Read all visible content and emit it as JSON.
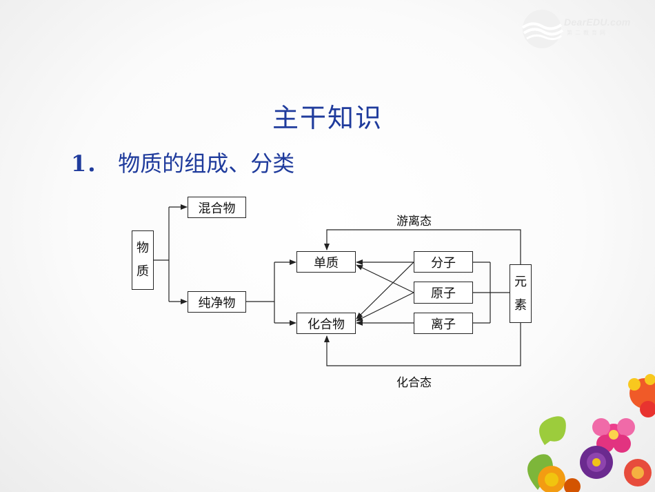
{
  "watermark": {
    "text": "DearEDU.com",
    "subtext": "第二教育网"
  },
  "slide": {
    "title": "主干知识",
    "section_number": "1．",
    "section_title": "物质的组成、分类"
  },
  "diagram": {
    "matter": [
      "物",
      "质"
    ],
    "mixture": "混合物",
    "pure_substance": "纯净物",
    "simple_substance": "单质",
    "compound": "化合物",
    "molecule": "分子",
    "atom": "原子",
    "ion": "离子",
    "element": [
      "元",
      "素"
    ],
    "free_state_label": "游离态",
    "combined_state_label": "化合态"
  },
  "colors": {
    "heading": "#1f3b9c",
    "line": "#222222"
  }
}
